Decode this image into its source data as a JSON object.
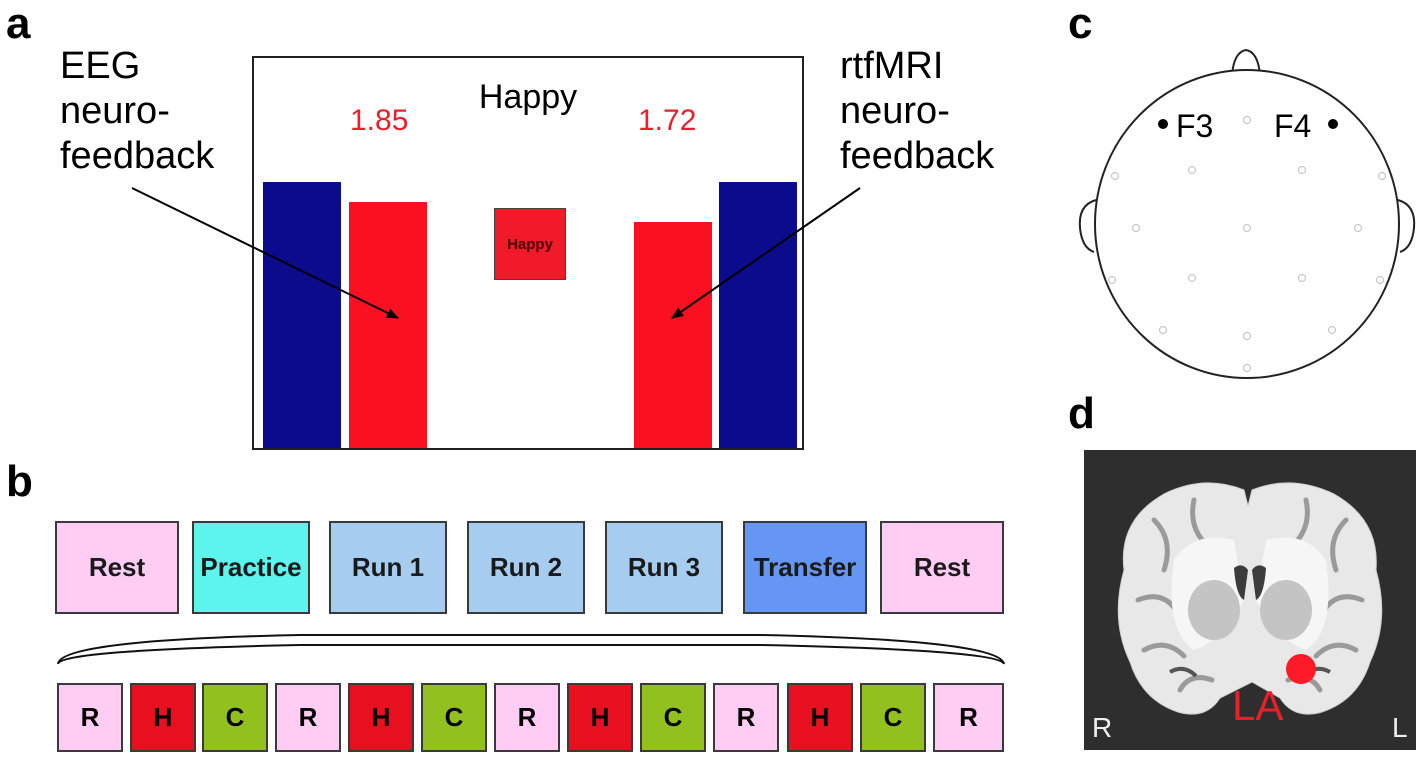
{
  "panels": {
    "a": "a",
    "b": "b",
    "c": "c",
    "d": "d"
  },
  "panel_a": {
    "left_label_lines": [
      "EEG",
      "neuro-",
      "feedback"
    ],
    "right_label_lines": [
      "rtfMRI",
      "neuro-",
      "feedback"
    ],
    "screen_title": "Happy",
    "left_value": "1.85",
    "right_value": "1.72",
    "center_box_label": "Happy",
    "colors": {
      "target_bar": "#0a0c8c",
      "feedback_bar": "#fa1020",
      "value_text": "#e8202a",
      "center_box": "#f01a28"
    },
    "bars_level": {
      "left_target": 1.0,
      "left_feedback": 0.925,
      "right_feedback": 0.85,
      "right_target": 1.0
    }
  },
  "panel_b": {
    "blocks": [
      {
        "label": "Rest",
        "color": "#ffccf4"
      },
      {
        "label": "Practice",
        "color": "#5cf4ec"
      },
      {
        "label": "Run 1",
        "color": "#a6ccf0"
      },
      {
        "label": "Run 2",
        "color": "#a6ccf0"
      },
      {
        "label": "Run 3",
        "color": "#a6ccf0"
      },
      {
        "label": "Transfer",
        "color": "#6696f4"
      },
      {
        "label": "Rest",
        "color": "#ffccf4"
      }
    ],
    "conditions": [
      {
        "label": "R",
        "color": "#ffccf4"
      },
      {
        "label": "H",
        "color": "#e8101e"
      },
      {
        "label": "C",
        "color": "#92c01e"
      },
      {
        "label": "R",
        "color": "#ffccf4"
      },
      {
        "label": "H",
        "color": "#e8101e"
      },
      {
        "label": "C",
        "color": "#92c01e"
      },
      {
        "label": "R",
        "color": "#ffccf4"
      },
      {
        "label": "H",
        "color": "#e8101e"
      },
      {
        "label": "C",
        "color": "#92c01e"
      },
      {
        "label": "R",
        "color": "#ffccf4"
      },
      {
        "label": "H",
        "color": "#e8101e"
      },
      {
        "label": "C",
        "color": "#92c01e"
      },
      {
        "label": "R",
        "color": "#ffccf4"
      }
    ]
  },
  "panel_c": {
    "electrode_left": "F3",
    "electrode_right": "F4"
  },
  "panel_d": {
    "roi_label": "LA",
    "side_left": "R",
    "side_right": "L",
    "roi_color": "#ff1a2a"
  }
}
